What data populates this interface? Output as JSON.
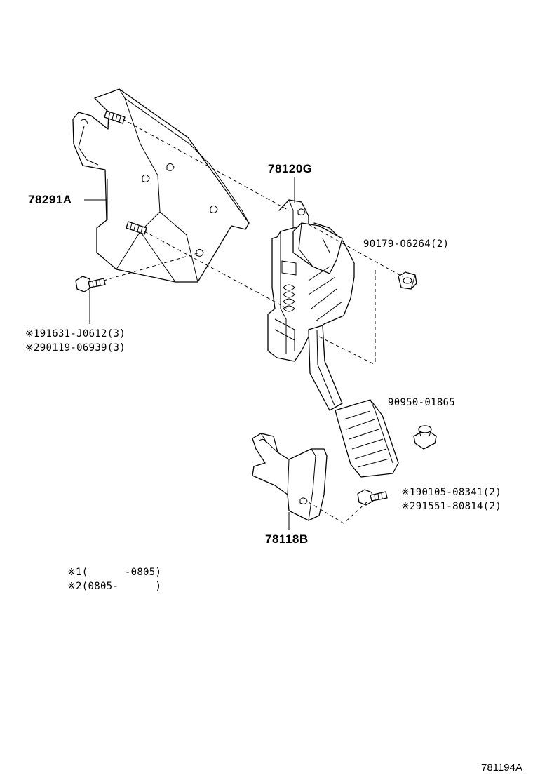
{
  "diagram": {
    "labels": {
      "bracket": "78291A",
      "pedal_assembly": "78120G",
      "lower_bracket": "78118B"
    },
    "parts": {
      "nut": "90179-06264(2)",
      "grommet": "90950-01865",
      "upper_bolt": {
        "line1_mark": "※1",
        "line1_part": "91631-J0612(3)",
        "line2_mark": "※2",
        "line2_part": "90119-06939(3)"
      },
      "lower_bolt": {
        "line1_mark": "※1",
        "line1_part": "90105-08341(2)",
        "line2_mark": "※2",
        "line2_part": "91551-80814(2)"
      }
    },
    "notes": [
      {
        "mark": "※1",
        "text": "(      -0805)"
      },
      {
        "mark": "※2",
        "text": "(0805-      )"
      }
    ],
    "reference": "781194A"
  }
}
